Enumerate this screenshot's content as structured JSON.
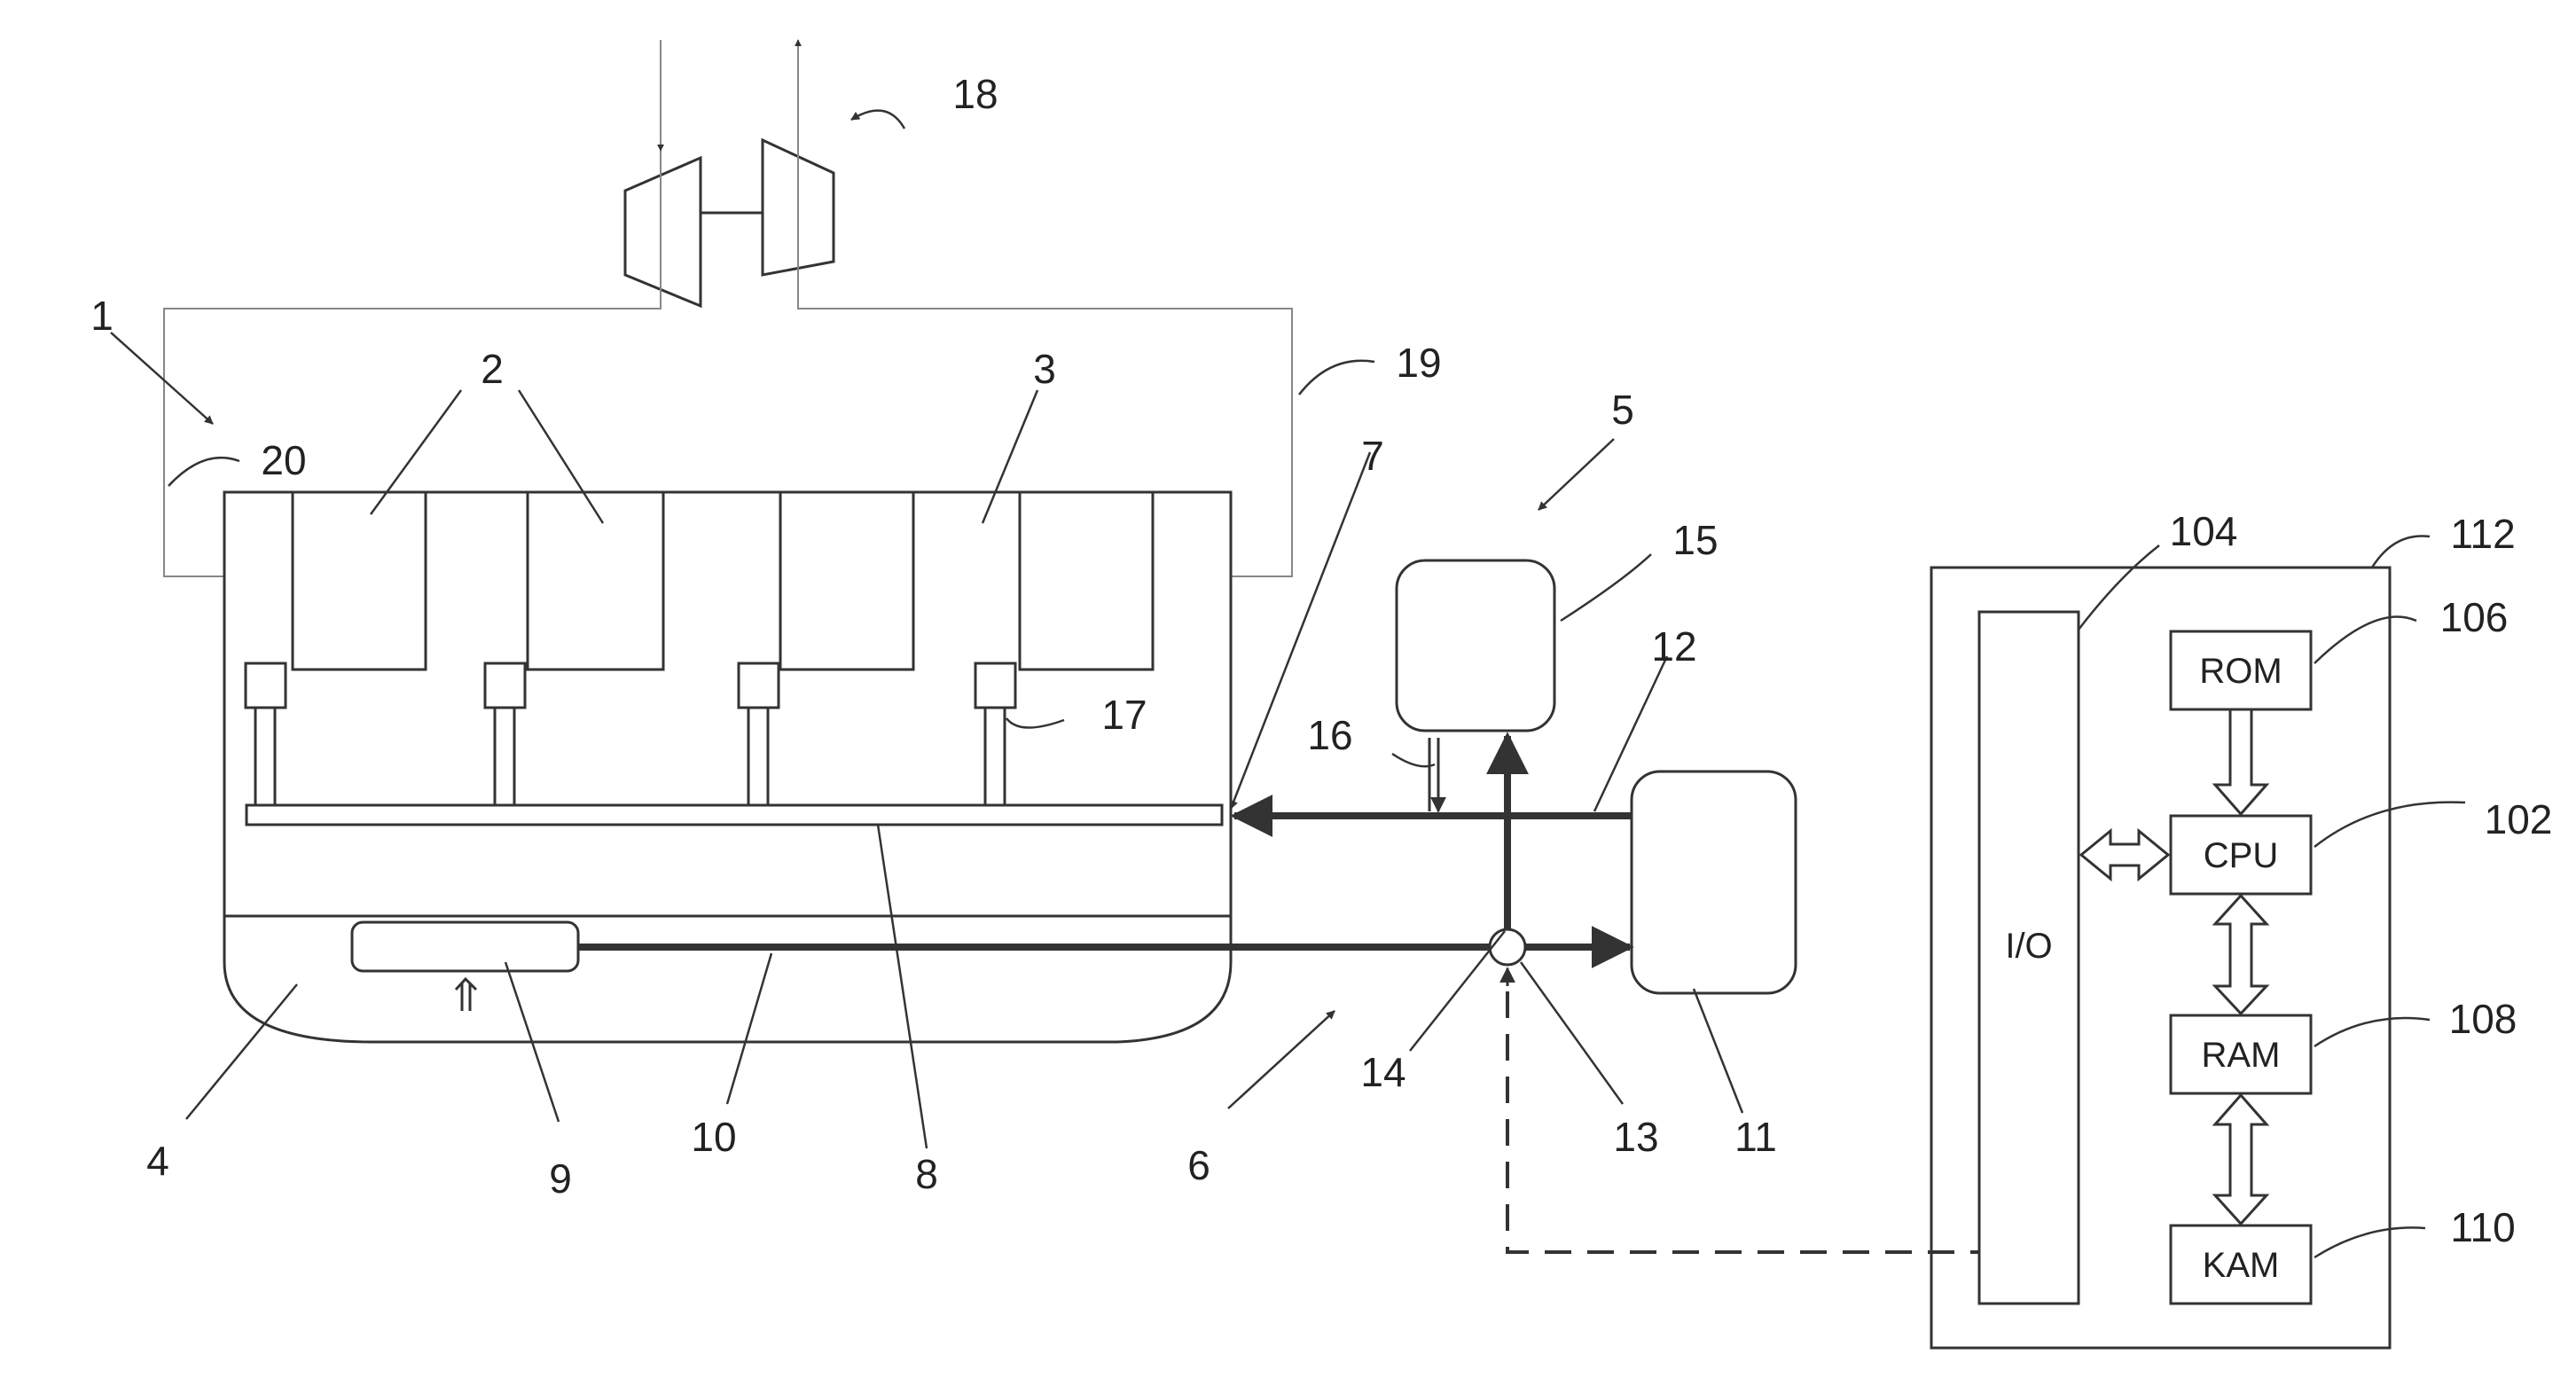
{
  "labels": {
    "n1": "1",
    "n2": "2",
    "n3": "3",
    "n4": "4",
    "n5": "5",
    "n6": "6",
    "n7": "7",
    "n8": "8",
    "n9": "9",
    "n10": "10",
    "n11": "11",
    "n12": "12",
    "n13": "13",
    "n14": "14",
    "n15": "15",
    "n16": "16",
    "n17": "17",
    "n18": "18",
    "n19": "19",
    "n20": "20",
    "n102": "102",
    "n104": "104",
    "n106": "106",
    "n108": "108",
    "n110": "110",
    "n112": "112"
  },
  "controller": {
    "io": "I/O",
    "rom": "ROM",
    "cpu": "CPU",
    "ram": "RAM",
    "kam": "KAM"
  },
  "colors": {
    "line": "#333333",
    "gas_path": "#888888",
    "background": "#ffffff"
  }
}
